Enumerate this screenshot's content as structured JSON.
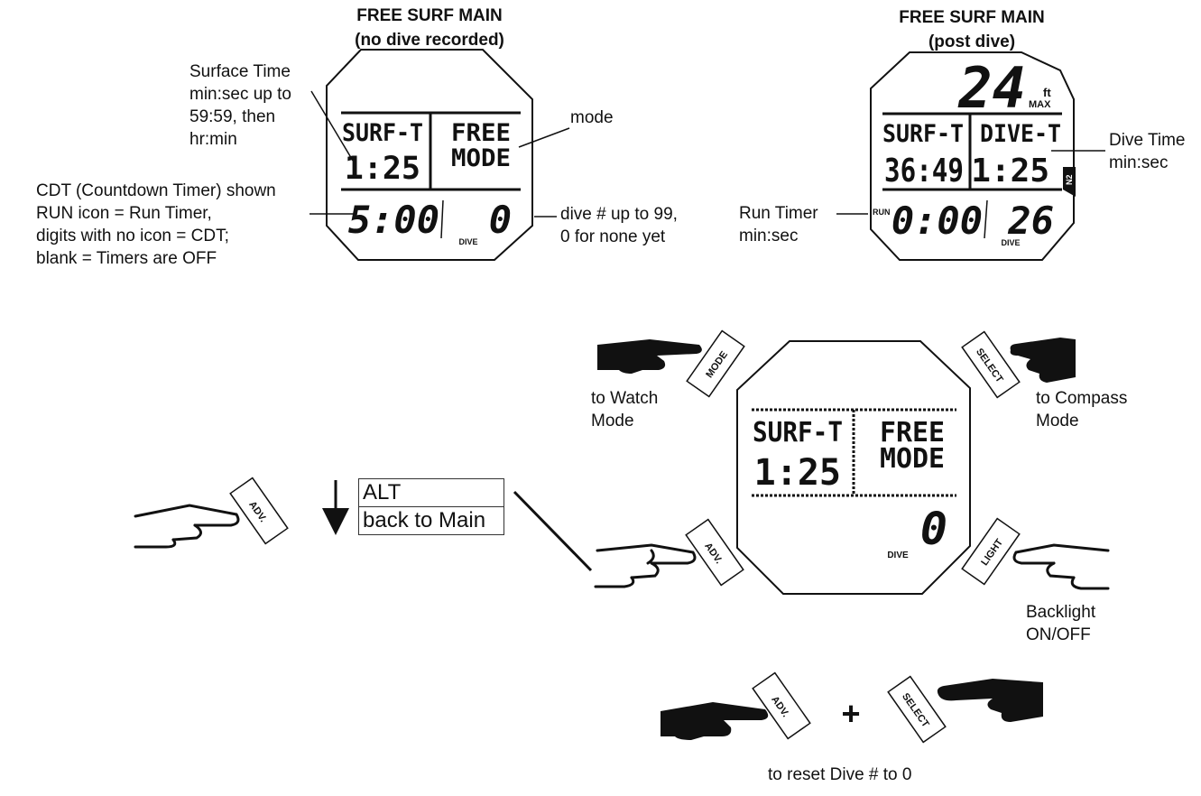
{
  "left_panel": {
    "title_line1": "FREE SURF MAIN",
    "title_line2": "(no dive recorded)",
    "screen": {
      "surf_label": "SURF-T",
      "surf_value": "1:25",
      "mode_line1": "FREE",
      "mode_line2": "MODE",
      "timer_value": "5:00",
      "dive_number": "0",
      "dive_label": "DIVE"
    },
    "callouts": {
      "surface_time": [
        "Surface Time",
        "min:sec up to",
        "59:59, then",
        "hr:min"
      ],
      "mode": "mode",
      "cdt": [
        "CDT (Countdown Timer) shown",
        "RUN icon = Run Timer,",
        "digits with no icon = CDT;",
        "blank = Timers are OFF"
      ],
      "dive_number": [
        "dive # up to 99,",
        "0 for none yet"
      ]
    }
  },
  "right_panel": {
    "title_line1": "FREE SURF MAIN",
    "title_line2": "(post dive)",
    "screen": {
      "max_depth": "24",
      "unit": "ft",
      "max_label": "MAX",
      "surf_label": "SURF-T",
      "surf_value": "36:49",
      "dive_t_label": "DIVE-T",
      "dive_t_value": "1:25",
      "n2_label": "N2",
      "run_label": "RUN",
      "run_value": "0:00",
      "dive_number": "26",
      "dive_label": "DIVE"
    },
    "callouts": {
      "dive_time": [
        "Dive Time",
        "min:sec"
      ],
      "run_timer": [
        "Run Timer",
        "min:sec"
      ]
    }
  },
  "controls": {
    "screen": {
      "surf_label": "SURF-T",
      "surf_value": "1:25",
      "mode_line1": "FREE",
      "mode_line2": "MODE",
      "dive_number": "0",
      "dive_label": "DIVE"
    },
    "buttons": {
      "mode": "MODE",
      "select": "SELECT",
      "adv": "ADV.",
      "light": "LIGHT"
    },
    "labels": {
      "watch": [
        "to Watch",
        "Mode"
      ],
      "compass": [
        "to Compass",
        "Mode"
      ],
      "backlight": [
        "Backlight",
        "ON/OFF"
      ],
      "reset": "to reset Dive # to 0",
      "plus": "+"
    },
    "menu": [
      "ALT",
      "back to Main"
    ]
  },
  "colors": {
    "ink": "#111111",
    "paper": "#ffffff"
  }
}
